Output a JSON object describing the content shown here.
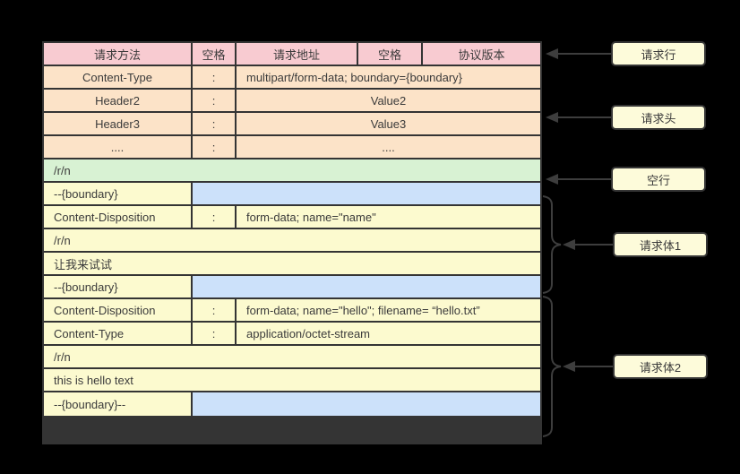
{
  "colors": {
    "background": "#000000",
    "border": "#343434",
    "stroke": "#3d3d3d",
    "text": "#3b3b3b",
    "pink": "#f8cbd1",
    "peach": "#fce3c8",
    "green": "#d8f2d3",
    "yellow": "#fcfacf",
    "blue": "#cce1fa",
    "label_bg": "#fdfbda"
  },
  "table": {
    "request_line": {
      "cells": [
        "请求方法",
        "空格",
        "请求地址",
        "空格",
        "协议版本"
      ]
    },
    "headers": [
      {
        "name": "Content-Type",
        "sep": ":",
        "value": "multipart/form-data; boundary={boundary}",
        "value_align": "left"
      },
      {
        "name": "Header2",
        "sep": ":",
        "value": "Value2",
        "value_align": "center"
      },
      {
        "name": "Header3",
        "sep": ":",
        "value": "Value3",
        "value_align": "center"
      },
      {
        "name": "....",
        "sep": ":",
        "value": "....",
        "value_align": "center"
      }
    ],
    "blank_line": "/r/n",
    "body": [
      {
        "type": "boundary",
        "text": "--{boundary}"
      },
      {
        "type": "header",
        "name": "Content-Disposition",
        "sep": ":",
        "value": "form-data; name=\"name\""
      },
      {
        "type": "line",
        "text": "/r/n"
      },
      {
        "type": "line",
        "text": "让我来试试"
      },
      {
        "type": "boundary",
        "text": "--{boundary}"
      },
      {
        "type": "header",
        "name": "Content-Disposition",
        "sep": ":",
        "value": "form-data; name=\"hello\"; filename= “hello.txt”"
      },
      {
        "type": "header",
        "name": "Content-Type",
        "sep": ":",
        "value": "application/octet-stream"
      },
      {
        "type": "line",
        "text": "/r/n"
      },
      {
        "type": "line",
        "text": "this is hello text"
      },
      {
        "type": "boundary",
        "text": "--{boundary}--"
      }
    ]
  },
  "annotations": [
    {
      "label": "请求行"
    },
    {
      "label": "请求头"
    },
    {
      "label": "空行"
    },
    {
      "label": "请求体1"
    },
    {
      "label": "请求体2"
    }
  ]
}
